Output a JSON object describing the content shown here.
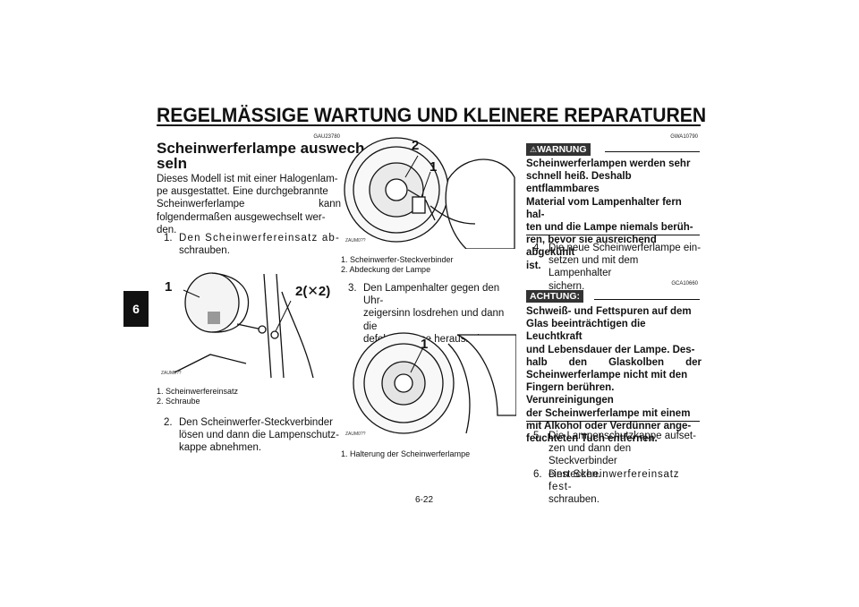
{
  "header": {
    "title": "REGELMÄSSIGE WARTUNG UND KLEINERE REPARATUREN",
    "page_number": "6-22",
    "chapter": "6"
  },
  "col1": {
    "code": "GAU23780",
    "heading_line1": "Scheinwerferlampe auswech-",
    "heading_line2": "seln",
    "intro": [
      "Dieses Modell ist mit einer Halogenlam-",
      "pe ausgestattet. Eine durchgebrannte",
      "Scheinwerferlampe kann",
      "folgendermaßen ausgewechselt wer-",
      "den."
    ],
    "step1_num": "1.",
    "step1": [
      "Den Scheinwerfereinsatz ab-",
      "schrauben."
    ],
    "illus_label_1": "1",
    "illus_label_2": "2(✕2)",
    "illus_code": "ZAUM0??",
    "captions": [
      "1.  Scheinwerfereinsatz",
      "2.  Schraube"
    ],
    "step2_num": "2.",
    "step2": [
      "Den Scheinwerfer-Steckverbinder",
      "lösen und dann die Lampenschutz-",
      "kappe abnehmen."
    ]
  },
  "col2": {
    "illus1_label_2": "2",
    "illus1_label_1": "1",
    "illus1_code": "ZAUM0??",
    "captions1": [
      "1.  Scheinwerfer-Steckverbinder",
      "2.  Abdeckung der Lampe"
    ],
    "step3_num": "3.",
    "step3": [
      "Den Lampenhalter gegen den Uhr-",
      "zeigersinn losdrehen und dann die",
      "defekte Lampe herausnehmen."
    ],
    "illus2_label_1": "1",
    "illus2_code": "ZAUM0??",
    "captions2": [
      "1.  Halterung der Scheinwerferlampe"
    ]
  },
  "col3": {
    "warn_code": "GWA10790",
    "warn_label": "WARNUNG",
    "warn_text": [
      "Scheinwerferlampen werden sehr",
      "schnell heiß. Deshalb entflammbares",
      "Material vom Lampenhalter fern hal-",
      "ten und die Lampe niemals berüh-",
      "ren, bevor sie ausreichend abgekühlt",
      "ist."
    ],
    "step4_num": "4.",
    "step4": [
      "Die neue Scheinwerferlampe ein-",
      "setzen und mit dem Lampenhalter",
      "sichern."
    ],
    "caution_code": "GCA10660",
    "caution_label": "ACHTUNG:",
    "caution_text": [
      "Schweiß- und Fettspuren auf dem",
      "Glas beeinträchtigen die Leuchtkraft",
      "und Lebensdauer der Lampe. Des-",
      "halb den Glaskolben der",
      "Scheinwerferlampe nicht mit den",
      "Fingern berühren. Verunreinigungen",
      "der Scheinwerferlampe mit einem",
      "mit Alkohol oder Verdünner ange-",
      "feuchteten Tuch entfernen."
    ],
    "step5_num": "5.",
    "step5": [
      "Die Lampenschutzkappe aufset-",
      "zen und dann den Steckverbinder",
      "einstecken."
    ],
    "step6_num": "6.",
    "step6": [
      "Den Scheinwerfereinsatz fest-",
      "schrauben."
    ]
  }
}
